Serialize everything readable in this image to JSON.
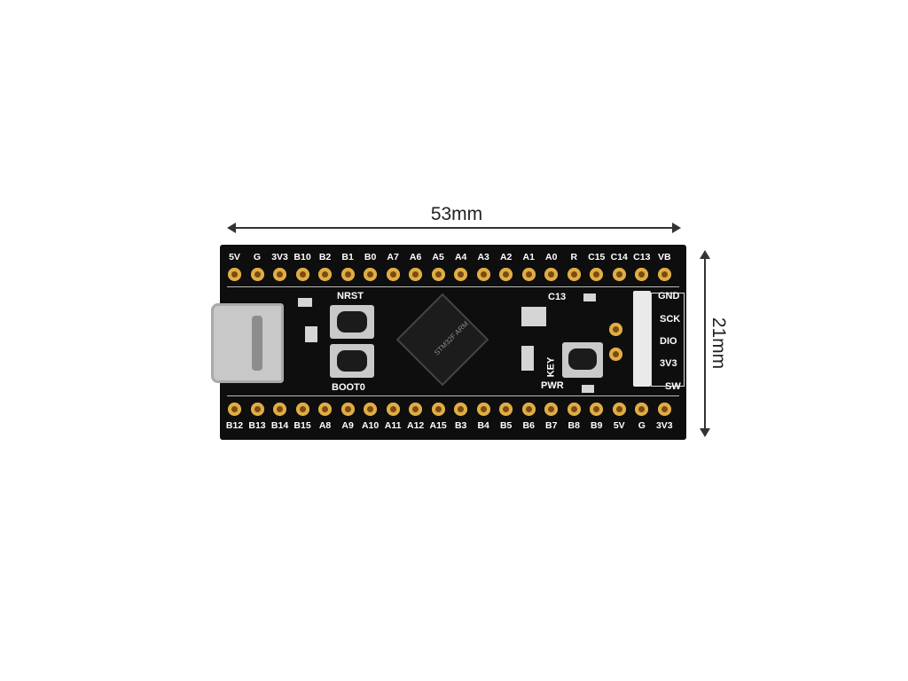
{
  "dimensions": {
    "width_label": "53mm",
    "height_label": "21mm"
  },
  "top_pins": [
    "5V",
    "G",
    "3V3",
    "B10",
    "B2",
    "B1",
    "B0",
    "A7",
    "A6",
    "A5",
    "A4",
    "A3",
    "A2",
    "A1",
    "A0",
    "R",
    "C15",
    "C14",
    "C13",
    "VB"
  ],
  "bottom_pins": [
    "B12",
    "B13",
    "B14",
    "B15",
    "A8",
    "A9",
    "A10",
    "A11",
    "A12",
    "A15",
    "B3",
    "B4",
    "B5",
    "B6",
    "B7",
    "B8",
    "B9",
    "5V",
    "G",
    "3V3"
  ],
  "silkscreen": {
    "nrst": "NRST",
    "boot0": "BOOT0",
    "c13": "C13",
    "key": "KEY",
    "pwr": "PWR",
    "swd": [
      "GND",
      "SCK",
      "DIO",
      "3V3",
      "SW"
    ]
  },
  "chip_text": "STM32F ARM"
}
